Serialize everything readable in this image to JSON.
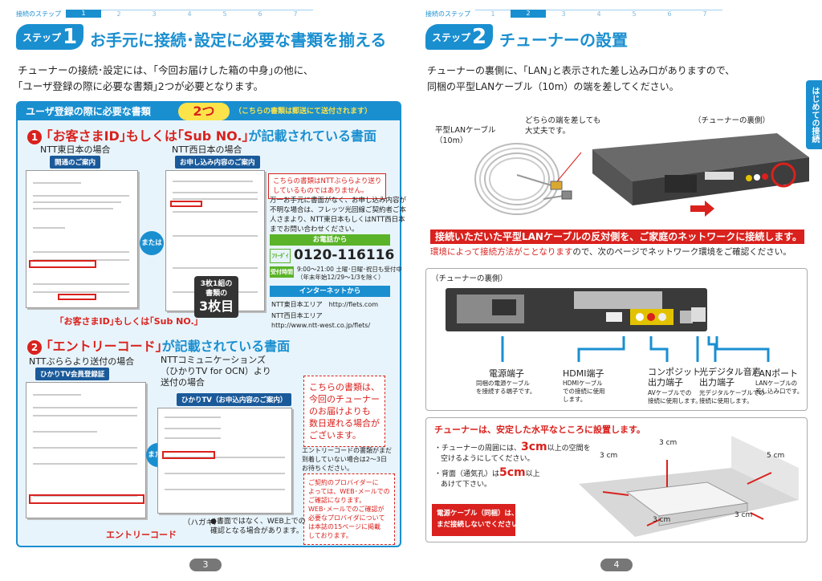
{
  "left": {
    "step_bar": {
      "label": "接続のステップ",
      "steps": [
        "1",
        "2",
        "3",
        "4",
        "5",
        "6",
        "7"
      ],
      "active": 1
    },
    "step_badge": {
      "prefix": "ステップ",
      "number": "1"
    },
    "title": "お手元に接続･設定に必要な書類を揃える",
    "intro": [
      "チューナーの接続･設定には、｢今回お届けした箱の中身｣の他に、",
      "｢ユーザ登録の際に必要な書類｣2つが必要となります。"
    ],
    "panel": {
      "heading": "ユーザ登録の際に必要な書類",
      "count": "2つ",
      "note": "（こちらの書類は郵送にて送付されます）",
      "section1": {
        "num": "1",
        "title_a": "｢お客さまID｣もしくは｢Sub NO.｣",
        "title_b": "が記載されている書面",
        "east_label": "NTT東日本の場合",
        "east_tag": "開通のご案内",
        "west_label": "NTT西日本の場合",
        "west_tag": "お申し込み内容のご案内",
        "or": "または",
        "callout": [
          "3枚1組の",
          "書類の",
          "3枚目"
        ],
        "id_label": "｢お客さまID｣もしくは｢Sub NO.｣",
        "notice": [
          "こちらの書類はNTTぶららより送り",
          "しているものではありません。"
        ],
        "info": [
          "万一お手元に書面がなく、お申し込み内容が",
          "不明な場合は、フレッツ光回線ご契約者ご本",
          "人さまより、NTT東日本もしくはNTT西日本",
          "までお問い合わせください。"
        ],
        "phone_head": "お電話から",
        "freedial": "ﾌﾘｰﾀﾞｲﾔﾙ",
        "phone": "0120-116116",
        "hours_tag": "受付時間",
        "hours": [
          "9:00〜21:00 土曜･日曜･祝日も受付中",
          "（年末年始12/29〜1/3を除く）"
        ],
        "internet_head": "インターネットから",
        "east_url": "NTT東日本エリア　http://flets.com",
        "west_url": [
          "NTT西日本エリア",
          "http://www.ntt-west.co.jp/flets/"
        ]
      },
      "section2": {
        "num": "2",
        "title_a": "｢エントリーコード｣",
        "title_b": "が記載されている書面",
        "plala_label": "NTTぶららより送付の場合",
        "plala_tag": "ひかりTV会員登録証",
        "ntt_label": [
          "NTTコミュニケーションズ",
          "（ひかりTV for OCN）より",
          "送付の場合"
        ],
        "ntt_tag": "ひかりTV（お申込内容のご案内）",
        "or": "または",
        "late_note": [
          "こちらの書類は、",
          "今回のチューナー",
          "のお届けよりも",
          "数日遅れる場合が",
          "ございます。"
        ],
        "arrival": [
          "エントリーコードの書類がまだ",
          "到着していない場合は2〜3日",
          "お待ちください。"
        ],
        "provider": [
          "ご契約のプロバイダーに",
          "よっては、WEB･メールでの",
          "ご確認になります。",
          "WEB･メールでのご確認が",
          "必要なプロバイダについて",
          "は本誌の15ページに掲載",
          "しております。"
        ],
        "entry_label": "エントリーコード",
        "postcard": "（ハガキ）",
        "web_note": [
          "●書面ではなく、WEB上での",
          "確認となる場合があります。"
        ]
      }
    },
    "page_number": "3"
  },
  "right": {
    "step_bar": {
      "label": "接続のステップ",
      "steps": [
        "1",
        "2",
        "3",
        "4",
        "5",
        "6",
        "7"
      ],
      "active": 2
    },
    "step_badge": {
      "prefix": "ステップ",
      "number": "2"
    },
    "title": "チューナーの設置",
    "intro": [
      "チューナーの裏側に、｢LAN｣と表示された差し込み口がありますので、",
      "同梱の平型LANケーブル（10m）の端を差してください。"
    ],
    "side_tab": "はじめての接続",
    "cable_label": [
      "平型LANケーブル",
      "（10m）"
    ],
    "either_end": [
      "どちらの端を差しても",
      "大丈夫です。"
    ],
    "back_label": "（チューナーの裏側）",
    "alert": "接続いただいた平型LANケーブルの反対側を、ご家庭のネットワークに接続します。",
    "alert_sub_red": "環境によって接続方法がことなります",
    "alert_sub": "ので、次のページでネットワーク環境をご確認ください。",
    "rear_label": "（チューナーの裏側）",
    "ports": [
      {
        "name": "電源端子",
        "desc": [
          "同梱の電源ケーブル",
          "を接続する端子です。"
        ]
      },
      {
        "name": "HDMI端子",
        "desc": [
          "HDMIケーブル",
          "での接続に使用",
          "します。"
        ]
      },
      {
        "name": [
          "コンポジット",
          "出力端子"
        ],
        "desc": [
          "AVケーブルでの",
          "接続に使用します。"
        ]
      },
      {
        "name": [
          "光デジタル音声",
          "出力端子"
        ],
        "desc": [
          "光デジタルケーブルでの",
          "接続に使用します。"
        ]
      },
      {
        "name": "LANポート",
        "desc": [
          "LANケーブルの",
          "差し込み口です。"
        ]
      }
    ],
    "placement": {
      "title_red": "チューナーは、",
      "title_rest": "安定した水平なところに設置します。",
      "bullet1": [
        "・チューナーの周囲には、",
        "3cm",
        "以上の空間を",
        "空けるようにしてください。"
      ],
      "bullet2": [
        "・背面（通気孔）は",
        "5cm",
        "以上",
        "あけて下さい。"
      ],
      "cm_top": "3 cm",
      "cm_left": "3 cm",
      "cm_right": "5 cm",
      "cm_bottom": "3 cm",
      "cm_bottom_right": "3 cm",
      "warning": [
        "電源ケーブル（同梱）は、",
        "まだ接続しないでください。"
      ]
    },
    "page_number": "4"
  },
  "colors": {
    "brand_blue": "#1a8fd0",
    "alert_red": "#d9211d",
    "highlight_yellow": "#fde34a"
  }
}
